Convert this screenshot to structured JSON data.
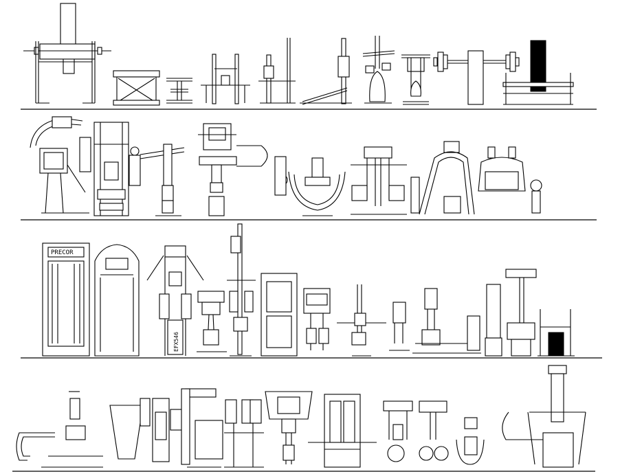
{
  "drawing": {
    "rows": [
      {
        "items": [
          "bench-press",
          "plyo-box",
          "step-platform",
          "squat-stand",
          "dip-station",
          "squat-rack",
          "olympic-tree",
          "dumbbell-press",
          "barbell",
          "plate-bench"
        ]
      },
      {
        "items": [
          "leg-press",
          "cable-tower",
          "lat-station",
          "chest-press",
          "ab-machine",
          "row-machine",
          "hack-squat",
          "leg-curl"
        ]
      },
      {
        "items": [
          "treadmill-a",
          "treadmill-b",
          "multi-gym",
          "upright-bike",
          "smith-column",
          "stepper",
          "elliptical",
          "pec-deck",
          "preacher-curl",
          "back-extension",
          "seated-bench",
          "stool",
          "chair"
        ]
      },
      {
        "items": [
          "calf-raise",
          "leg-extension",
          "pulley-row",
          "glute-machine",
          "shoulder-press",
          "butterfly",
          "crossover-cage",
          "ball-press-a",
          "ball-press-b",
          "arm-curl",
          "dip-machine"
        ]
      }
    ],
    "labels": {
      "treadmill_brand": "PRECOR",
      "equipment_code": "EFX546"
    }
  }
}
